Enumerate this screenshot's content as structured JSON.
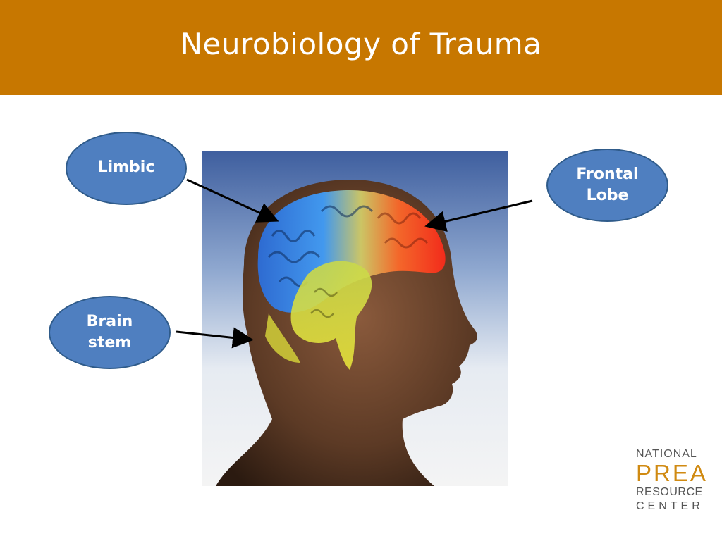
{
  "slide": {
    "title": "Neurobiology of Trauma",
    "header_color": "#c77700"
  },
  "labels": {
    "limbic": "Limbic",
    "frontal_line1": "Frontal",
    "frontal_line2": "Lobe",
    "brainstem_line1": "Brain",
    "brainstem_line2": "stem"
  },
  "logo": {
    "line1": "NATIONAL",
    "line2": "PREA",
    "line3": "RESOURCE",
    "line4": "CENTER"
  },
  "image": {
    "description_icon": "brain-mri-head-profile"
  }
}
